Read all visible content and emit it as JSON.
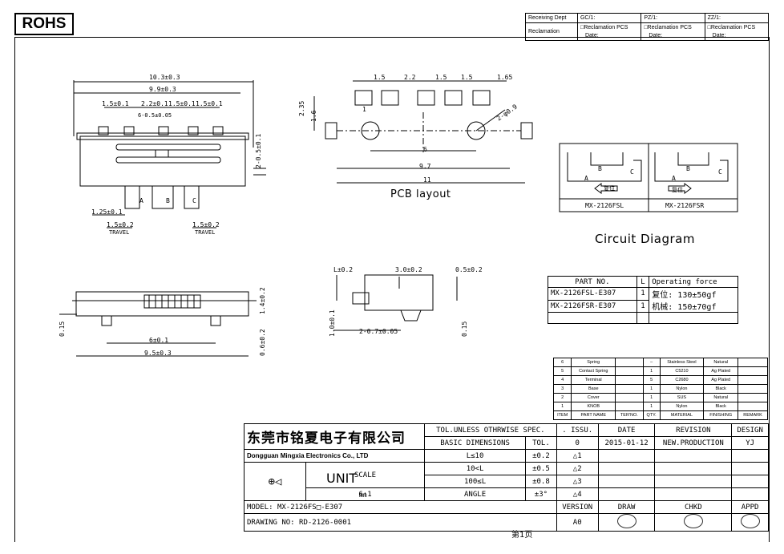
{
  "logo": "ROHS",
  "header": {
    "receiving_dept": "Receiving Dept",
    "gc": "GC/1:",
    "pz": "PZ/1:",
    "zz": "ZZ/1:",
    "reclamation": "Reclamation",
    "reclamation_pcs": "□Reclamation  PCS",
    "date": "Date:"
  },
  "views": {
    "top_dims": {
      "overall": "10.3±0.3",
      "inner": "9.9±0.3",
      "pitch_a": "1.5±0.1",
      "pitch_b": "2.2±0.1",
      "pitch_c": "1.5±0.1",
      "pitch_d": "1.5±0.1",
      "hole": "6-0.5±0.05",
      "height": "2-0.5±0.1",
      "knob": "1.25±0.1",
      "travel_l": "1.5±0.2",
      "travel_r": "1.5±0.2",
      "travel_label": "TRAVEL",
      "pos_a": "A",
      "pos_b": "B",
      "pos_c": "C"
    },
    "pcb": {
      "d1": "1.5",
      "d2": "2.2",
      "d3": "1.5",
      "d4": "1.5",
      "d5": "1.65",
      "h1": "2.35",
      "h2": "1.6",
      "w1": "1",
      "hole": "2-φ0.9",
      "span6": "6",
      "span97": "9.7",
      "span11": "11",
      "caption": "PCB layout"
    },
    "front": {
      "w6": "6±0.1",
      "w95": "9.5±0.3",
      "h14": "1.4±0.2",
      "h06": "0.6±0.2",
      "t015": "0.15"
    },
    "side": {
      "l": "L±0.2",
      "w3": "3.0±0.2",
      "w05": "0.5±0.2",
      "h1": "1.0±0.1",
      "hole": "2-0.7±0.05",
      "t1": "0.15"
    }
  },
  "circuit": {
    "left": "MX-2126FSL",
    "right": "MX-2126FSR",
    "reset_l": "复位",
    "reset_r": "复位",
    "a": "A",
    "b": "B",
    "c": "C",
    "caption": "Circuit Diagram"
  },
  "operating": {
    "headers": [
      "PART NO.",
      "L",
      "Operating force"
    ],
    "rows": [
      [
        "MX-2126FSL-E307",
        "1"
      ],
      [
        "MX-2126FSR-E307",
        "1"
      ]
    ],
    "force1": "复位: 130±50gf",
    "force2": "机械: 150±70gf"
  },
  "bom": {
    "rows": [
      [
        "6",
        "Spring",
        "",
        "–",
        "Stainless Steel",
        "Natural",
        ""
      ],
      [
        "5",
        "Contact Spring",
        "",
        "1",
        "C5210",
        "Ag Plated",
        ""
      ],
      [
        "4",
        "Terminal",
        "",
        "5",
        "C2680",
        "Ag Plated",
        ""
      ],
      [
        "3",
        "Base",
        "",
        "1",
        "Nylon",
        "Black",
        ""
      ],
      [
        "2",
        "Cover",
        "",
        "1",
        "SUS",
        "Natural",
        ""
      ],
      [
        "1",
        "KNOB",
        "",
        "1",
        "Nylon",
        "Black",
        ""
      ]
    ],
    "headers": [
      "ITEM",
      "PART NAME",
      "TER'NO.",
      "QTY.",
      "MATERIAL",
      "FINISHING",
      "REMARK"
    ]
  },
  "title_block": {
    "company_cn": "东莞市铭夏电子有限公司",
    "company_en": "Dongguan Mingxia Electronics Co., LTD",
    "tol_title": "TOL.UNLESS OTHRWISE SPEC.",
    "issu": ". ISSU.",
    "date_h": "DATE",
    "revision_h": "REVISION",
    "design_h": "DESIGN",
    "basic_dim": "BASIC DIMENSIONS",
    "tol_h": "TOL.",
    "issue_no": "0",
    "date": "2015-01-12",
    "revision": "NEW.PRODUCTION",
    "designer": "YJ",
    "tol_rows": [
      [
        "L≤10",
        "±0.2",
        "1"
      ],
      [
        "10<L",
        "±0.5",
        "2"
      ],
      [
        "100≤L",
        "±0.8",
        "3"
      ],
      [
        "ANGLE",
        "±3°",
        "4"
      ]
    ],
    "scale_h": "SCALE",
    "unit_h": "UNIT",
    "scale": "6:1",
    "unit": "mm",
    "version_h": "VERSION",
    "version": "A0",
    "model_label": "MODEL:",
    "model": "MX-2126FS□-E307",
    "drawing_label": "DRAWING NO:",
    "drawing_no": "RD-2126-0001",
    "page": "第1页",
    "draw": "DRAW",
    "chkd": "CHKD",
    "appd": "APPD"
  }
}
